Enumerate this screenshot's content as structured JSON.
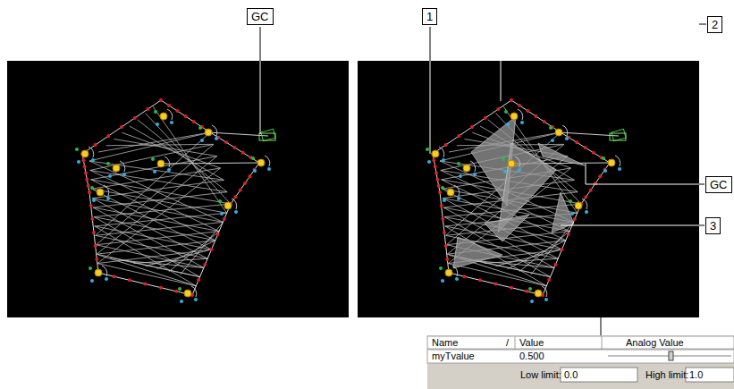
{
  "diagram": {
    "nodes": [
      {
        "text": [
          "GC"
        ]
      },
      {
        "text": [
          "1"
        ]
      },
      {
        "text": [
          "2"
        ]
      },
      {
        "text": [
          "GC"
        ]
      },
      {
        "text": [
          "3"
        ]
      }
    ],
    "labels": [
      "Name",
      "/",
      "Value",
      "Analog Value",
      "myTvalue",
      "0.500",
      "Low limit:",
      "0.0",
      "High limit:",
      "1.0"
    ]
  }
}
